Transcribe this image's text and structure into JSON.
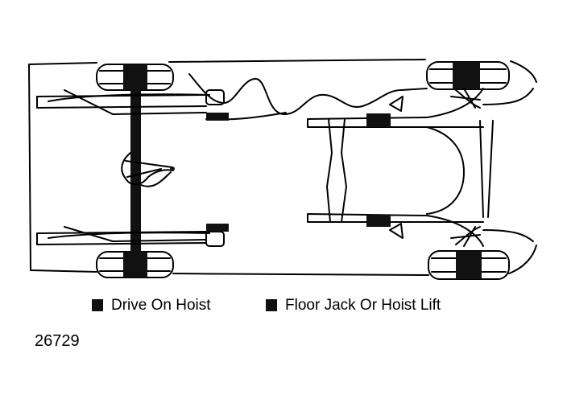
{
  "legend": [
    {
      "label": "Drive On Hoist",
      "swatch_color": "#111111"
    },
    {
      "label": "Floor Jack Or Hoist Lift",
      "swatch_color": "#111111"
    }
  ],
  "figure_number": "26729",
  "colors": {
    "ink": "#000000",
    "background": "#ffffff",
    "lift_point": "#111111"
  }
}
